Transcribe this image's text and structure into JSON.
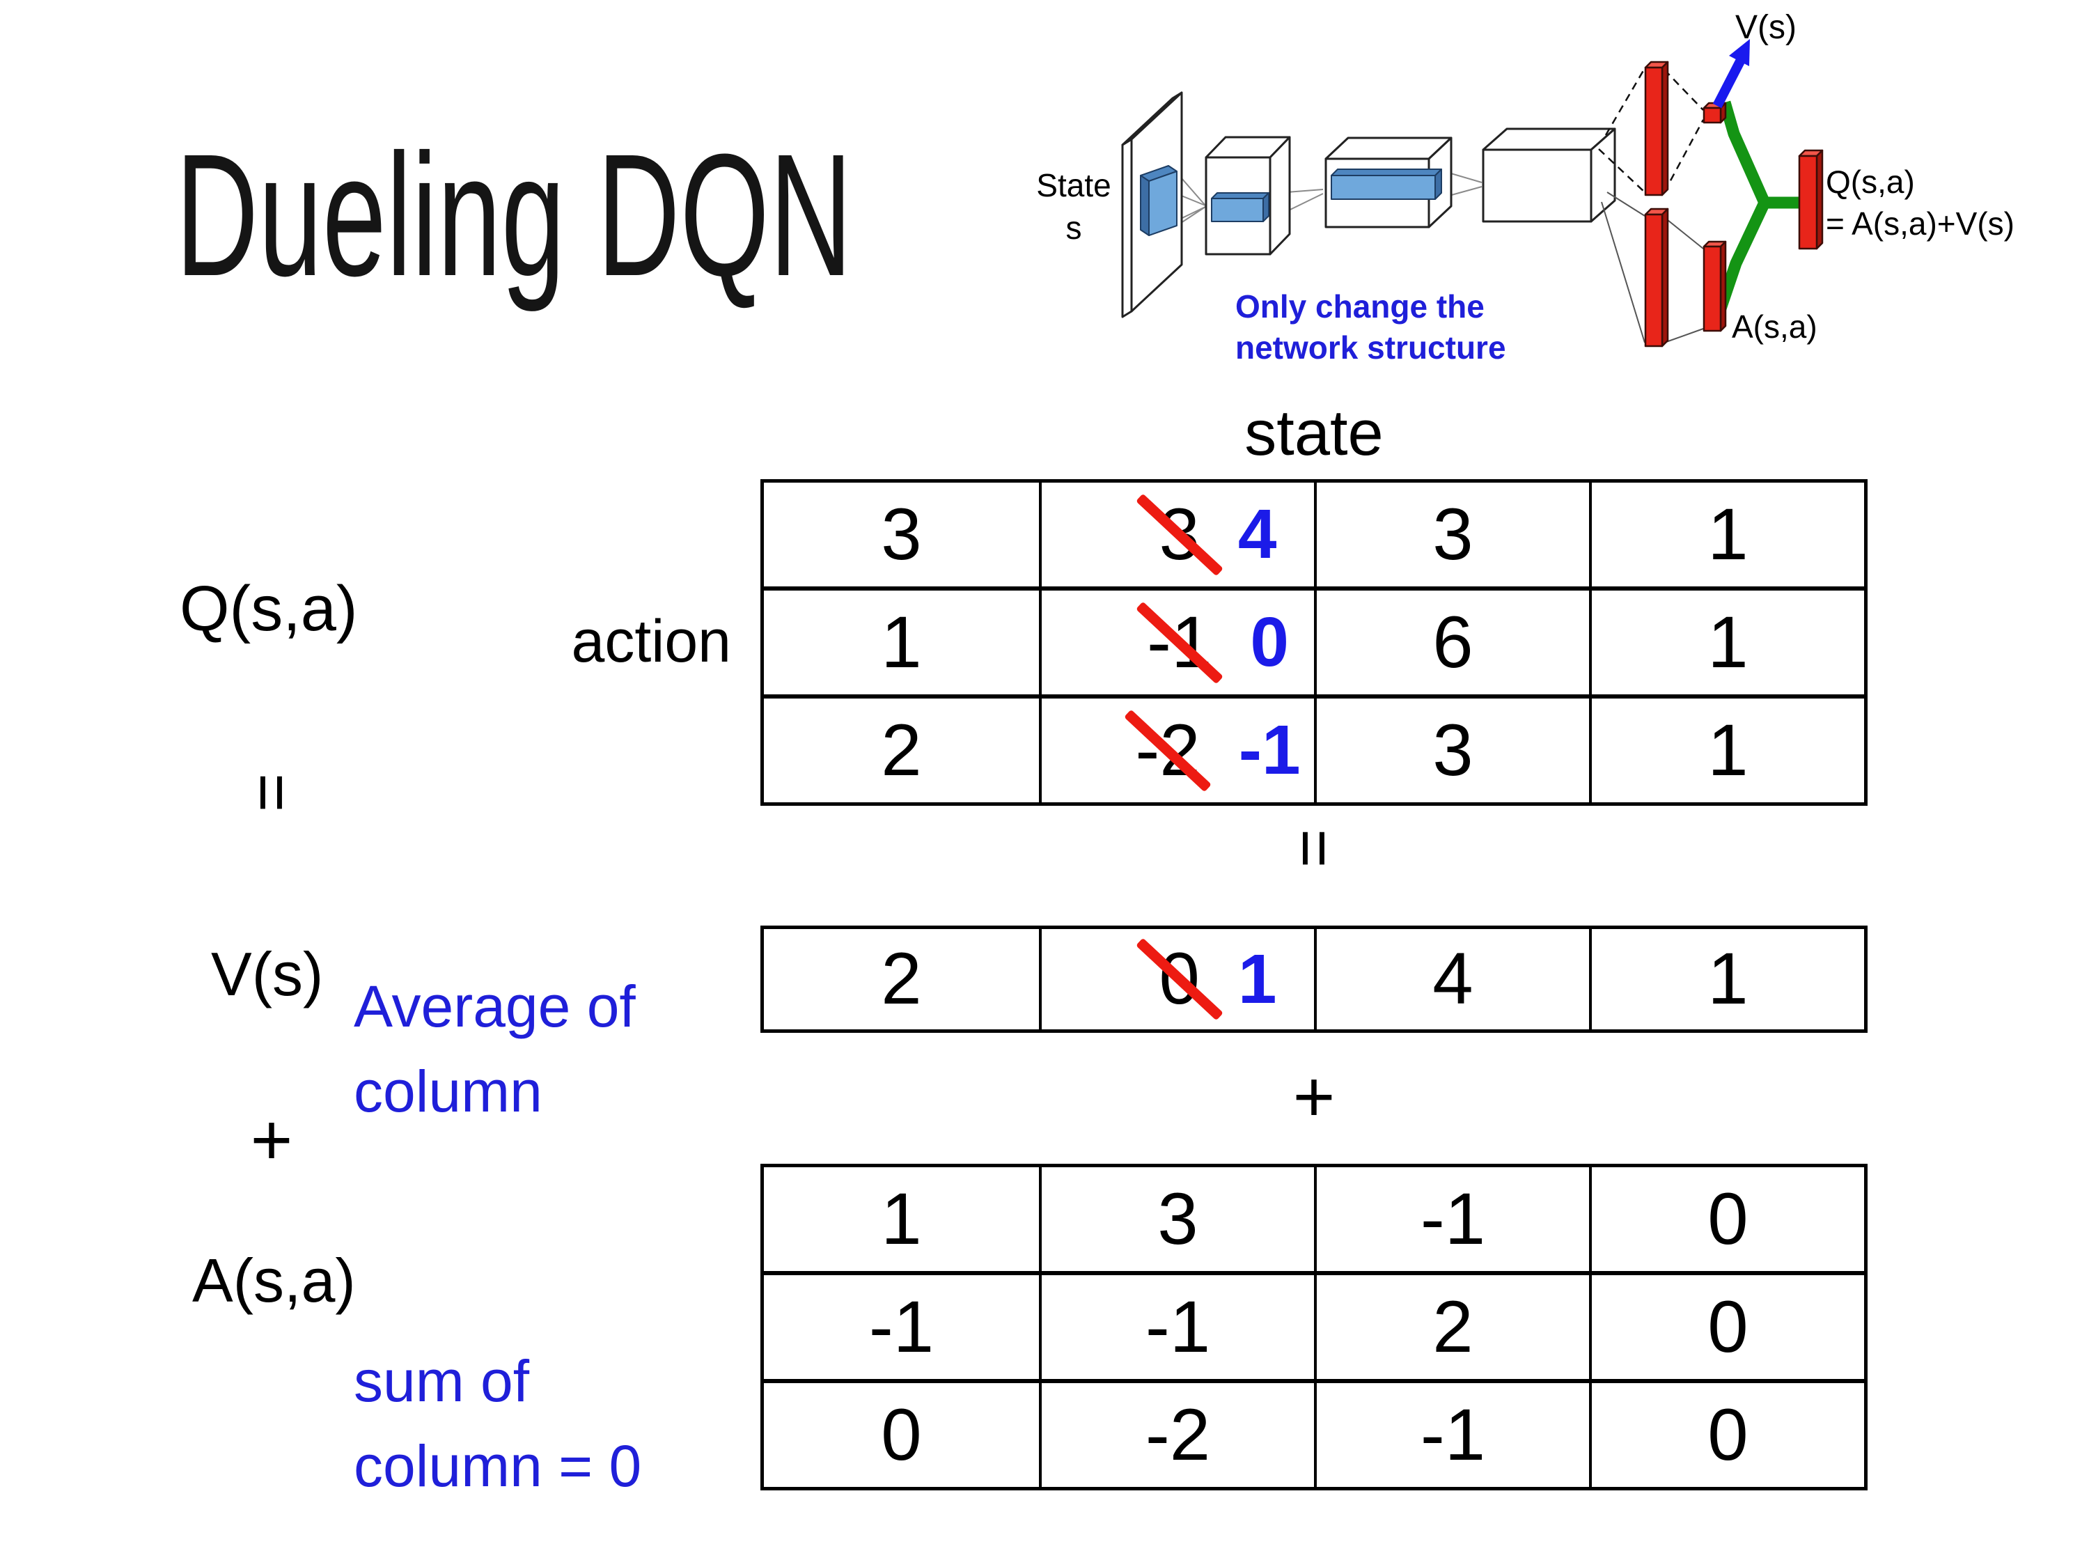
{
  "title": "Dueling DQN",
  "network_diagram": {
    "input_label_line1": "State",
    "input_label_line2": "s",
    "note_line1": "Only change the",
    "note_line2": "network structure",
    "v_output_label": "V(s)",
    "q_output_line1": "Q(s,a)",
    "q_output_line2": "= A(s,a)+V(s)",
    "a_output_label": "A(s,a)",
    "colors": {
      "bar_red": "#E8251A",
      "bar_red_top": "#F3564A",
      "bar_red_side": "#9E150C",
      "aggregator_green": "#149414",
      "arrow_blue": "#1A1AEE",
      "feature_blue": "#6FA8DC",
      "note_blue": "#1F1FD9"
    }
  },
  "decomposition": {
    "state_header": "state",
    "action_label": "action",
    "q_label": "Q(s,a)",
    "v_label": "V(s)",
    "a_label": "A(s,a)",
    "equals_symbol": "=",
    "plus_symbol": "+",
    "avg_note_line1": "Average of",
    "avg_note_line2": "column",
    "sum_note_line1": "sum of",
    "sum_note_line2": "column = 0",
    "colors": {
      "corrected_blue": "#1B1BE8",
      "strike_red": "#ED1B12"
    },
    "q_table_rows": [
      [
        "3",
        {
          "old": "3",
          "new": "4"
        },
        "3",
        "1"
      ],
      [
        "1",
        {
          "old": "-1",
          "new": "0"
        },
        "6",
        "1"
      ],
      [
        "2",
        {
          "old": "-2",
          "new": "-1"
        },
        "3",
        "1"
      ]
    ],
    "v_table_row": [
      "2",
      {
        "old": "0",
        "new": "1"
      },
      "4",
      "1"
    ],
    "a_table_rows": [
      [
        "1",
        "3",
        "-1",
        "0"
      ],
      [
        "-1",
        "-1",
        "2",
        "0"
      ],
      [
        "0",
        "-2",
        "-1",
        "0"
      ]
    ]
  }
}
